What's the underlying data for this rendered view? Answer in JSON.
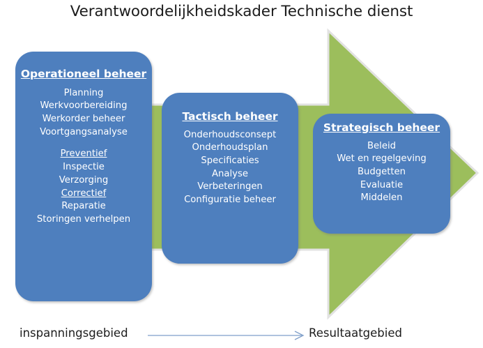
{
  "title": "Verantwoordelijkheidskader Technische dienst",
  "colors": {
    "blue": "#4e7fbe",
    "green": "#9cbe5c",
    "text_light": "#ffffff",
    "text_dark": "#1c1c1c",
    "legend_arrow": "#7f9fc9"
  },
  "pillars": [
    {
      "id": "operationeel",
      "title": "Operationeel beheer",
      "items": [
        {
          "label": "Planning",
          "style": "plain"
        },
        {
          "label": "Werkvoorbereiding",
          "style": "plain"
        },
        {
          "label": "Werkorder beheer",
          "style": "plain"
        },
        {
          "label": "Voortgangsanalyse",
          "style": "plain"
        },
        {
          "label": "",
          "style": "spacer"
        },
        {
          "label": "Preventief",
          "style": "underline"
        },
        {
          "label": "Inspectie",
          "style": "plain"
        },
        {
          "label": "Verzorging",
          "style": "plain"
        },
        {
          "label": "Correctief",
          "style": "underline"
        },
        {
          "label": "Reparatie",
          "style": "plain"
        },
        {
          "label": "Storingen verhelpen",
          "style": "plain"
        }
      ]
    },
    {
      "id": "tactisch",
      "title": "Tactisch beheer",
      "items": [
        {
          "label": "Onderhoudsconsept",
          "style": "plain"
        },
        {
          "label": "Onderhoudsplan",
          "style": "plain"
        },
        {
          "label": "Specificaties",
          "style": "plain"
        },
        {
          "label": "Analyse",
          "style": "plain"
        },
        {
          "label": "Verbeteringen",
          "style": "plain"
        },
        {
          "label": "Configuratie beheer",
          "style": "plain"
        }
      ]
    },
    {
      "id": "strategisch",
      "title": "Strategisch beheer",
      "items": [
        {
          "label": "Beleid",
          "style": "plain"
        },
        {
          "label": "Wet en  regelgeving",
          "style": "plain"
        },
        {
          "label": "Budgetten",
          "style": "plain"
        },
        {
          "label": "Evaluatie",
          "style": "plain"
        },
        {
          "label": "Middelen",
          "style": "plain"
        }
      ]
    }
  ],
  "legend": {
    "left_label": "inspanningsgebied",
    "right_label": "Resultaatgebied"
  }
}
